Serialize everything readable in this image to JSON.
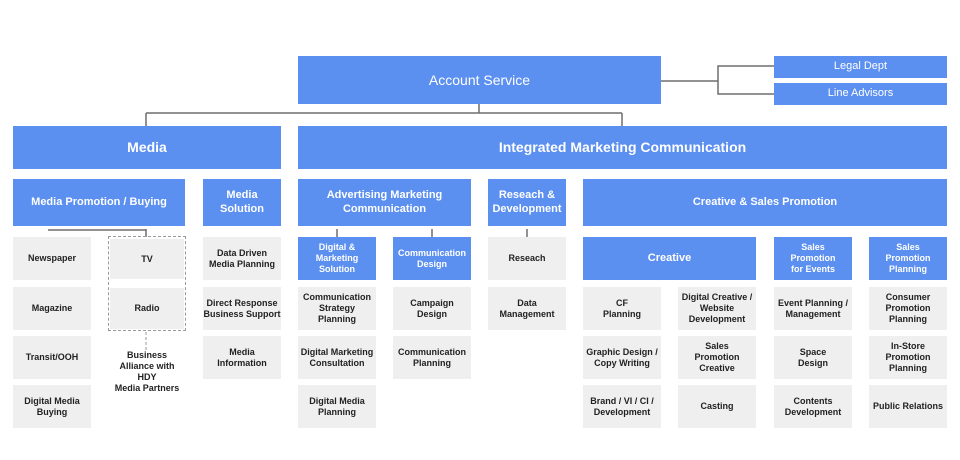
{
  "org": {
    "account_service": "Account Service",
    "legal_dept": "Legal Dept",
    "line_advisors": "Line Advisors",
    "media": "Media",
    "imc": "Integrated Marketing Communication",
    "media_promotion": "Media Promotion / Buying",
    "media_solution": "Media\nSolution",
    "newspaper": "Newspaper",
    "magazine": "Magazine",
    "transit_ooh": "Transit/OOH",
    "digital_media_buying": "Digital Media\nBuying",
    "tv": "TV",
    "radio": "Radio",
    "business_alliance": "Business\nAlliance with\nHDY\nMedia Partners",
    "data_driven": "Data Driven\nMedia Planning",
    "direct_response": "Direct Response\nBusiness Support",
    "media_information": "Media\nInformation",
    "advertising_marketing": "Advertising Marketing\nCommunication",
    "digital_marketing_solution": "Digital &\nMarketing\nSolution",
    "communication_design": "Communication\nDesign",
    "comm_strategy_planning": "Communication\nStrategy\nPlanning",
    "digital_marketing_consultation": "Digital Marketing\nConsultation",
    "digital_media_planning": "Digital Media\nPlanning",
    "campaign_design": "Campaign\nDesign",
    "communication_planning": "Communication\nPlanning",
    "research_development": "Reseach &\nDevelopment",
    "research": "Reseach",
    "data_management": "Data\nManagement",
    "creative_sales_promotion": "Creative & Sales Promotion",
    "creative": "Creative",
    "sales_promotion_events": "Sales\nPromotion\nfor Events",
    "sales_promotion_planning": "Sales\nPromotion\nPlanning",
    "cf_planning": "CF\nPlanning",
    "graphic_design": "Graphic Design /\nCopy Writing",
    "brand_vi_ci": "Brand / VI / CI /\nDevelopment",
    "digital_creative": "Digital Creative /\nWebsite\nDevelopment",
    "sales_promotion_creative": "Sales\nPromotion\nCreative",
    "casting": "Casting",
    "event_planning": "Event Planning /\nManagement",
    "space_design": "Space\nDesign",
    "contents_development": "Contents\nDevelopment",
    "consumer_promotion": "Consumer\nPromotion\nPlanning",
    "instore_promotion": "In-Store\nPromotion\nPlanning",
    "public_relations": "Public Relations"
  },
  "colors": {
    "box_blue": "#5b8ff0",
    "box_gray": "#efefef",
    "connector": "#6e6e6e"
  }
}
